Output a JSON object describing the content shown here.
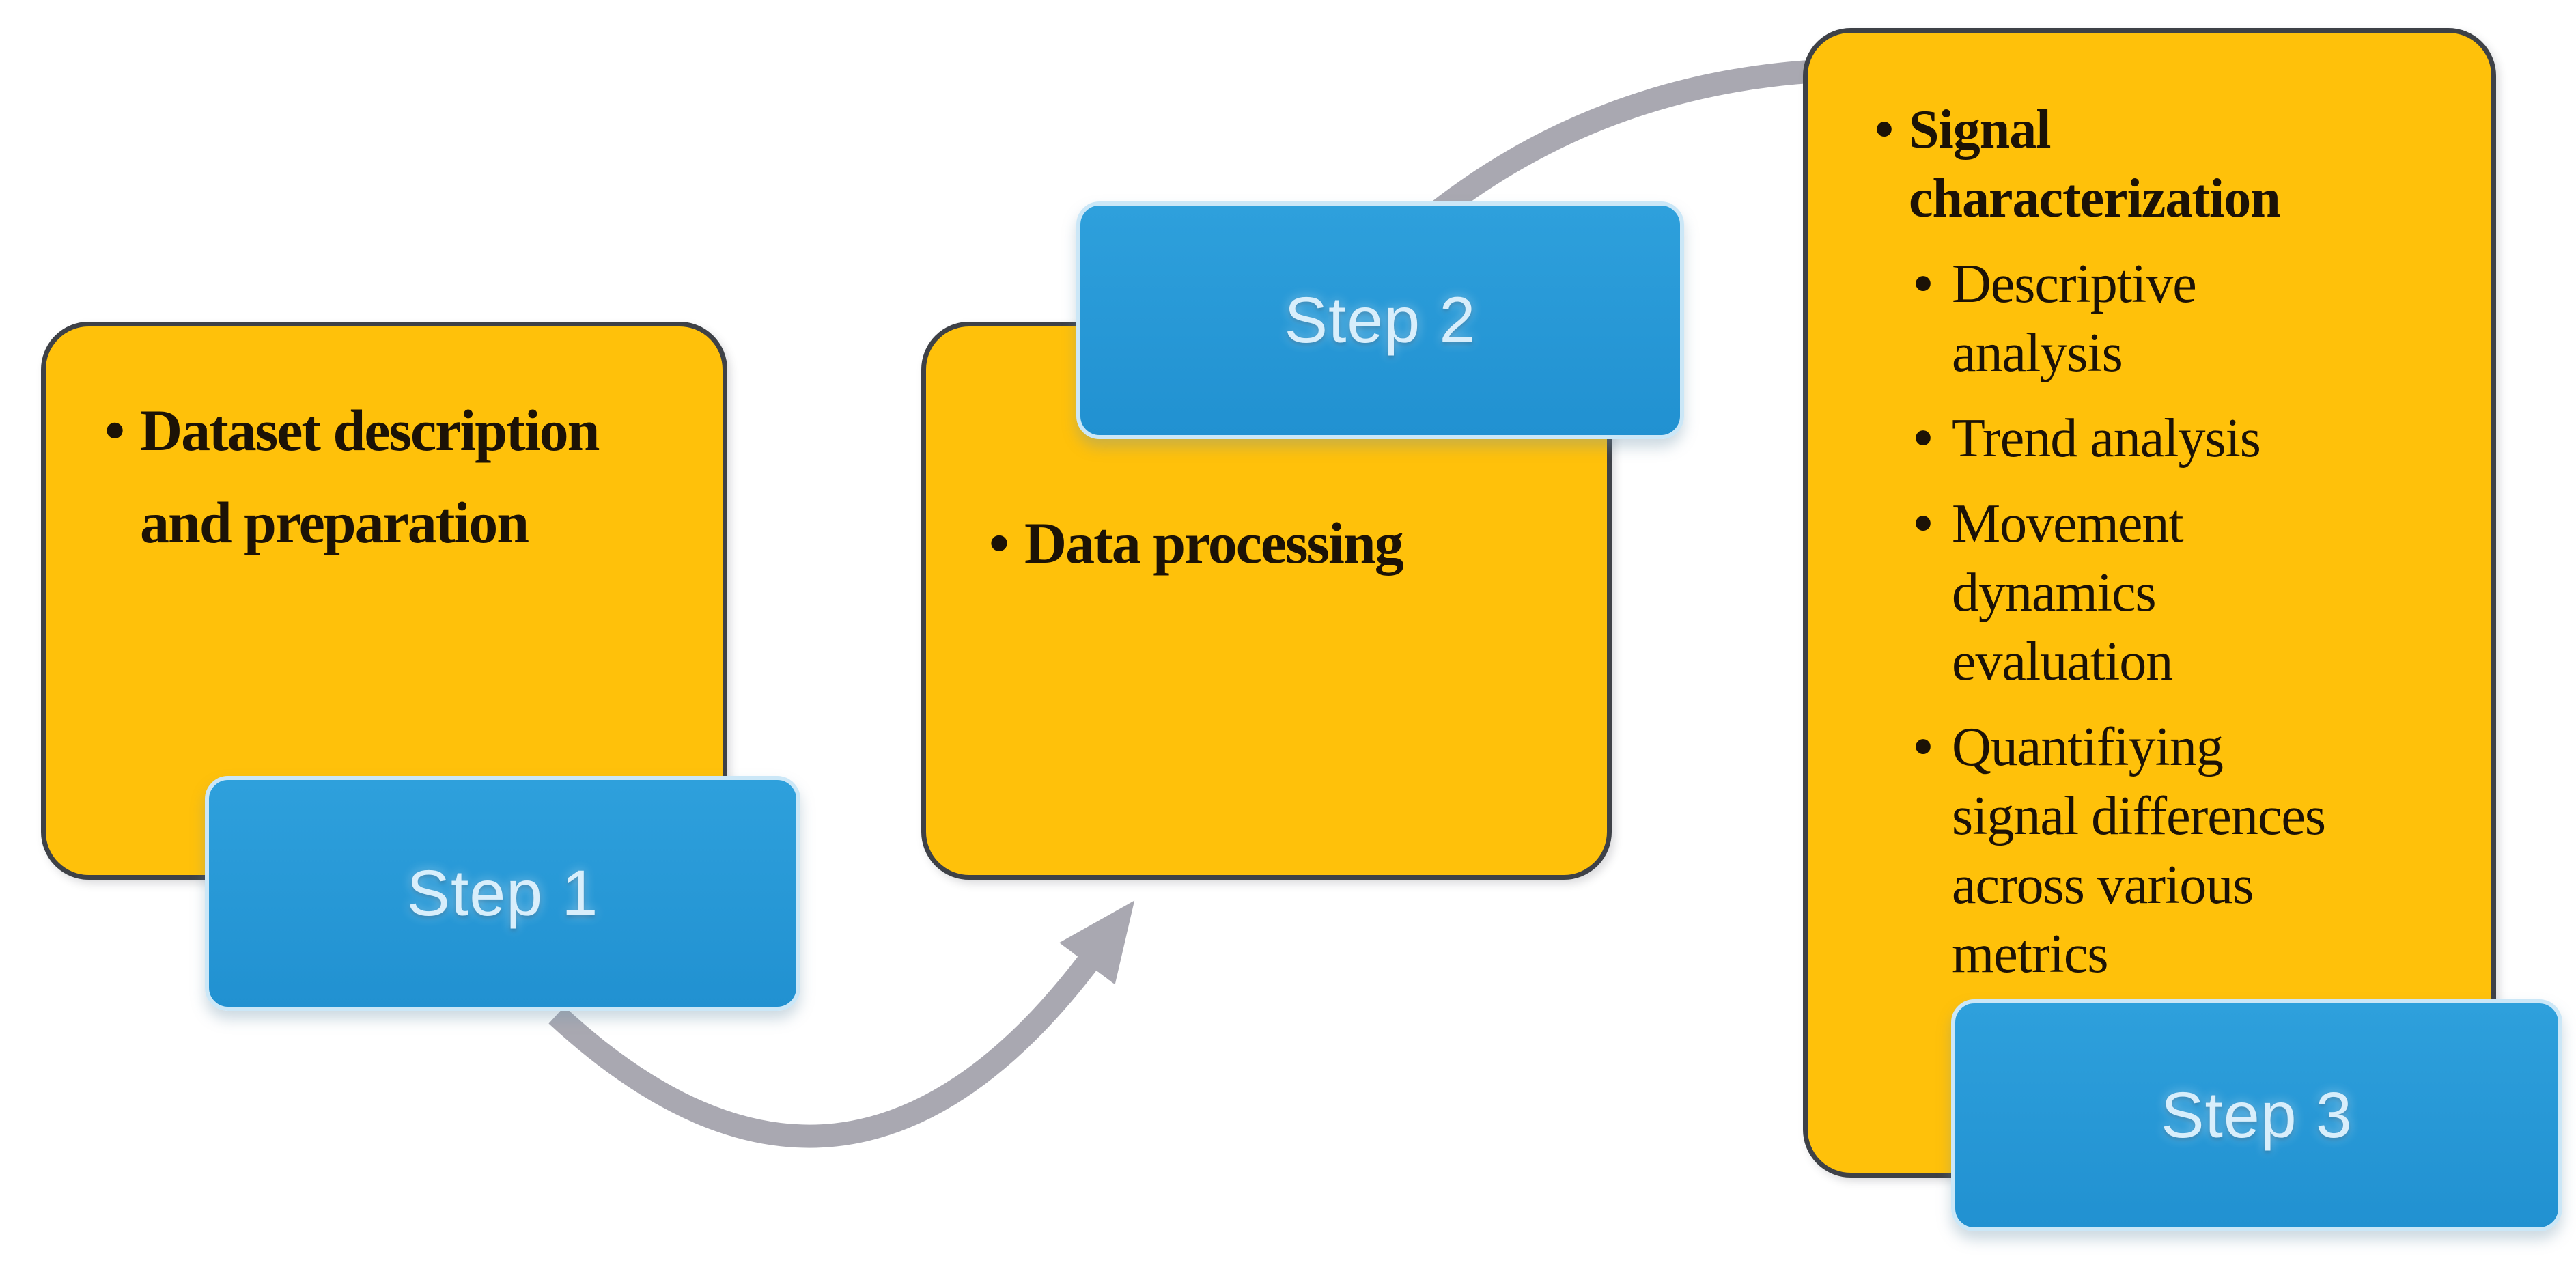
{
  "theme": {
    "canvas_bg": "#ffffff",
    "panel_fill": "#ffc10a",
    "panel_border": "#3e4147",
    "panel_text": "#1c1206",
    "step_fill_top": "#2ea0dc",
    "step_fill_bottom": "#2191d1",
    "step_border": "#cbe7f7",
    "step_text": "#d8eefb",
    "arrow": "#a9a8b1"
  },
  "bullet_char": "•",
  "steps": [
    {
      "label": "Step 1",
      "items": [
        {
          "text": "Dataset description\nand preparation"
        }
      ]
    },
    {
      "label": "Step 2",
      "items": [
        {
          "text": "Data processing"
        }
      ]
    },
    {
      "label": "Step 3",
      "items": [
        {
          "text": "Signal\ncharacterization"
        },
        {
          "text": "Descriptive\nanalysis"
        },
        {
          "text": "Trend analysis"
        },
        {
          "text": "Movement\ndynamics\nevaluation"
        },
        {
          "text": "Quantifiying\nsignal differences\nacross various\nmetrics"
        }
      ]
    }
  ],
  "connectors": [
    {
      "from": "Step 1",
      "to": "Step 2"
    },
    {
      "from": "Step 2",
      "to": "Step 3"
    }
  ]
}
